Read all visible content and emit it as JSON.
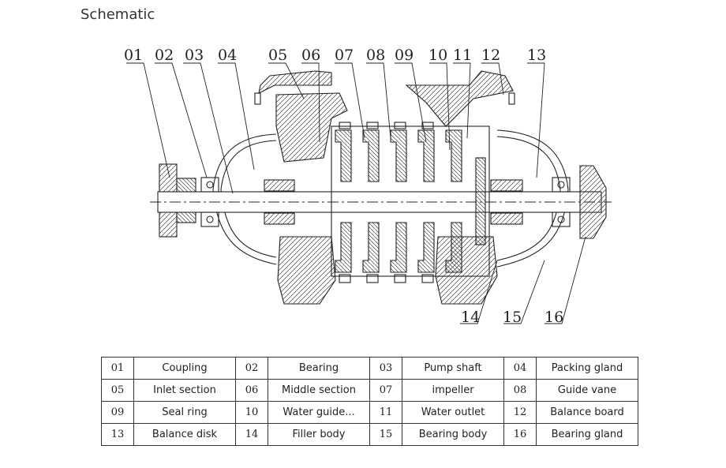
{
  "heading": "Schematic",
  "callouts": [
    "01",
    "02",
    "03",
    "04",
    "05",
    "06",
    "07",
    "08",
    "09",
    "10",
    "11",
    "12",
    "13",
    "14",
    "15",
    "16"
  ],
  "parts": [
    {
      "code": "01",
      "name": "Coupling"
    },
    {
      "code": "02",
      "name": "Bearing"
    },
    {
      "code": "03",
      "name": "Pump shaft"
    },
    {
      "code": "04",
      "name": "Packing gland"
    },
    {
      "code": "05",
      "name": "Inlet section"
    },
    {
      "code": "06",
      "name": "Middle section"
    },
    {
      "code": "07",
      "name": "impeller"
    },
    {
      "code": "08",
      "name": "Guide vane"
    },
    {
      "code": "09",
      "name": "Seal ring"
    },
    {
      "code": "10",
      "name": "Water guide..."
    },
    {
      "code": "11",
      "name": "Water outlet"
    },
    {
      "code": "12",
      "name": "Balance board"
    },
    {
      "code": "13",
      "name": "Balance disk"
    },
    {
      "code": "14",
      "name": "Filler body"
    },
    {
      "code": "15",
      "name": "Bearing body"
    },
    {
      "code": "16",
      "name": "Bearing gland"
    }
  ]
}
